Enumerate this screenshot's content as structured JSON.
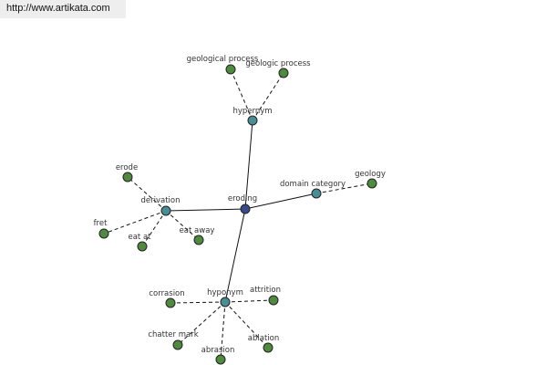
{
  "source_url": "http://www.artikata.com",
  "colors": {
    "center_node": "#3a4a8c",
    "relation_node": "#4a8d95",
    "leaf_node": "#4f8a3e",
    "node_outline": "#222222",
    "edge": "#111111"
  },
  "graph": {
    "center": "eroding",
    "relations": [
      {
        "label": "hypernym",
        "leaves": [
          "geological process",
          "geologic process"
        ]
      },
      {
        "label": "domain category",
        "leaves": [
          "geology"
        ]
      },
      {
        "label": "derivation",
        "leaves": [
          "erode",
          "fret",
          "eat at",
          "eat away"
        ]
      },
      {
        "label": "hyponym",
        "leaves": [
          "corrasion",
          "attrition",
          "chatter mark",
          "abrasion",
          "ablation"
        ]
      }
    ]
  }
}
